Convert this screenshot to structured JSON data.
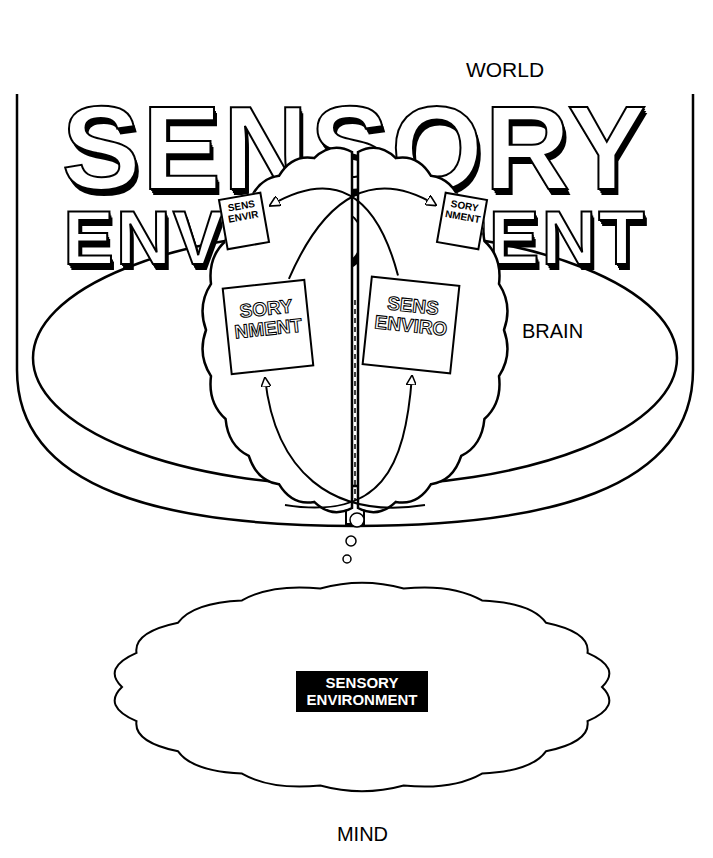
{
  "diagram": {
    "nodes": [
      {
        "text": [
          "WORLD",
          "SENSORY ENVIRONMENT"
        ]
      },
      {
        "text": [
          "BRAIN"
        ],
        "in": 0
      },
      {
        "text": [
          "SENS ENVIR"
        ],
        "in": 1
      },
      {
        "text": [
          "SORY NMENT"
        ],
        "in": 1
      },
      {
        "text": [
          "SORY NMENT"
        ],
        "in": 1
      },
      {
        "text": [
          "SENS ENVIRO"
        ],
        "in": 1
      },
      {
        "text": [
          "SENSORY ENVIRONMENT",
          "MIND"
        ]
      }
    ],
    "edges": [
      {
        "from": 4,
        "to": 3,
        "arrow": "to"
      },
      {
        "from": 5,
        "to": 2,
        "arrow": "to"
      }
    ]
  }
}
